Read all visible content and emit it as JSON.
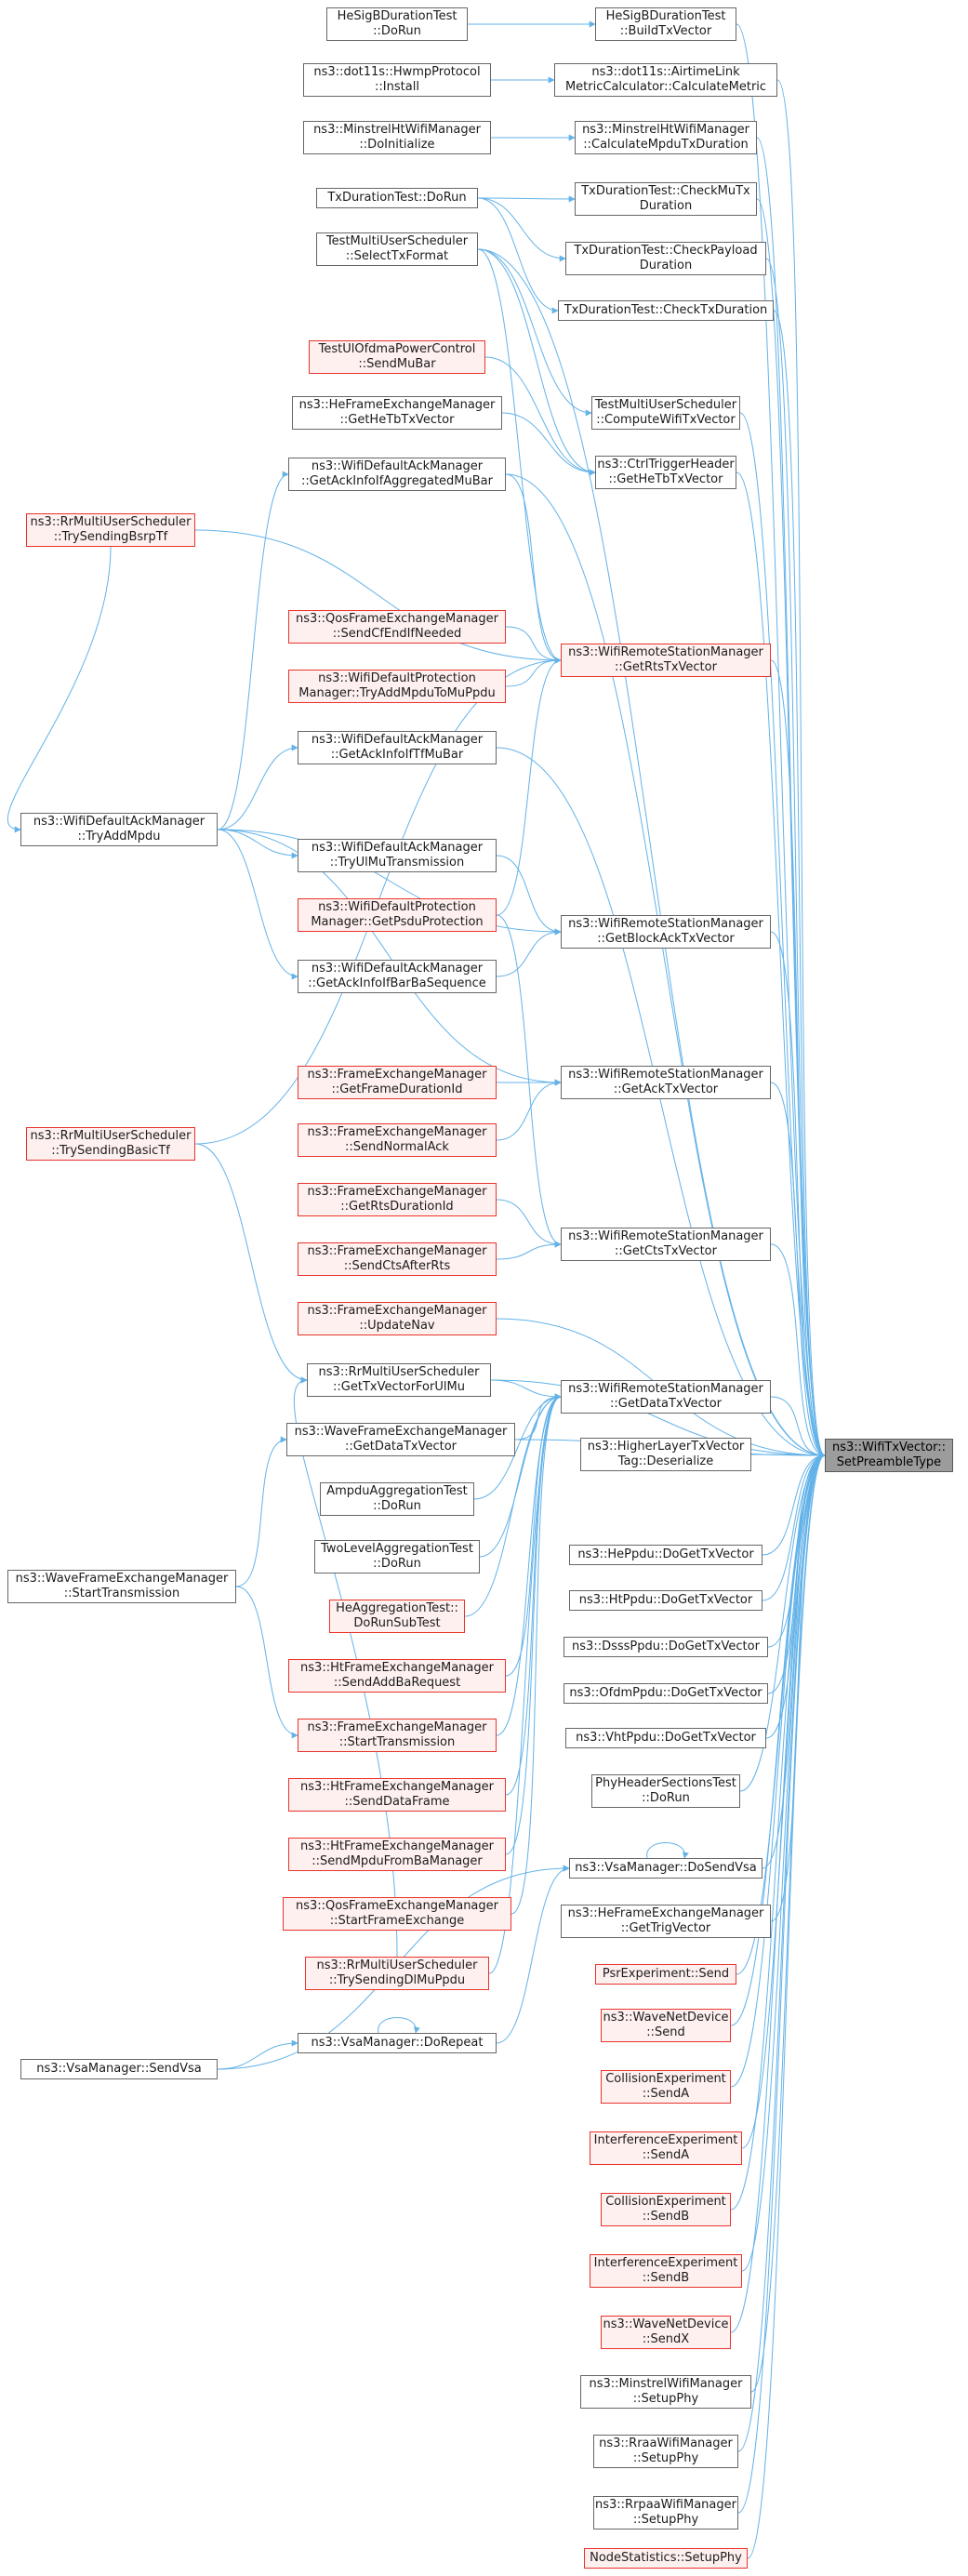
{
  "diagram": {
    "edge_color": "#63b2e8",
    "root": "ns3::WifiTxVector::\nSetPreambleType",
    "nodes": [
      {
        "id": "root",
        "label": "ns3::WifiTxVector::\nSetPreambleType",
        "style": "root"
      },
      {
        "id": "hesigtest",
        "label": "HeSigBDurationTest\n::DoRun",
        "style": "normal"
      },
      {
        "id": "hesigbuild",
        "label": "HeSigBDurationTest\n::BuildTxVector",
        "style": "normal"
      },
      {
        "id": "hwmp",
        "label": "ns3::dot11s::HwmpProtocol\n::Install",
        "style": "normal"
      },
      {
        "id": "airtime",
        "label": "ns3::dot11s::AirtimeLink\nMetricCalculator::CalculateMetric",
        "style": "normal"
      },
      {
        "id": "minsinit",
        "label": "ns3::MinstrelHtWifiManager\n::DoInitialize",
        "style": "normal"
      },
      {
        "id": "minscalc",
        "label": "ns3::MinstrelHtWifiManager\n::CalculateMpduTxDuration",
        "style": "normal"
      },
      {
        "id": "txdurrun",
        "label": "TxDurationTest::DoRun",
        "style": "normal"
      },
      {
        "id": "checkmutx",
        "label": "TxDurationTest::CheckMuTx\nDuration",
        "style": "normal"
      },
      {
        "id": "tmuselect",
        "label": "TestMultiUserScheduler\n::SelectTxFormat",
        "style": "normal"
      },
      {
        "id": "checkpayload",
        "label": "TxDurationTest::CheckPayload\nDuration",
        "style": "normal"
      },
      {
        "id": "checktxdur",
        "label": "TxDurationTest::CheckTxDuration",
        "style": "normal"
      },
      {
        "id": "tulofdma",
        "label": "TestUlOfdmaPowerControl\n::SendMuBar",
        "style": "red"
      },
      {
        "id": "tmucompute",
        "label": "TestMultiUserScheduler\n::ComputeWifiTxVector",
        "style": "normal"
      },
      {
        "id": "hefegethetb",
        "label": "ns3::HeFrameExchangeManager\n::GetHeTbTxVector",
        "style": "normal"
      },
      {
        "id": "ctrltrig",
        "label": "ns3::CtrlTriggerHeader\n::GetHeTbTxVector",
        "style": "normal"
      },
      {
        "id": "wdamaggr",
        "label": "ns3::WifiDefaultAckManager\n::GetAckInfoIfAggregatedMuBar",
        "style": "normal"
      },
      {
        "id": "rrbsrp",
        "label": "ns3::RrMultiUserScheduler\n::TrySendingBsrpTf",
        "style": "red"
      },
      {
        "id": "qoscfend",
        "label": "ns3::QosFrameExchangeManager\n::SendCfEndIfNeeded",
        "style": "red"
      },
      {
        "id": "getrts",
        "label": "ns3::WifiRemoteStationManager\n::GetRtsTxVector",
        "style": "red"
      },
      {
        "id": "wdptryadd",
        "label": "ns3::WifiDefaultProtection\nManager::TryAddMpduToMuPpdu",
        "style": "red"
      },
      {
        "id": "wdamtfmubar",
        "label": "ns3::WifiDefaultAckManager\n::GetAckInfoIfTfMuBar",
        "style": "normal"
      },
      {
        "id": "wdamtryadd",
        "label": "ns3::WifiDefaultAckManager\n::TryAddMpdu",
        "style": "normal"
      },
      {
        "id": "wdamtryul",
        "label": "ns3::WifiDefaultAckManager\n::TryUlMuTransmission",
        "style": "normal"
      },
      {
        "id": "wdppsdu",
        "label": "ns3::WifiDefaultProtection\nManager::GetPsduProtection",
        "style": "red"
      },
      {
        "id": "getblockack",
        "label": "ns3::WifiRemoteStationManager\n::GetBlockAckTxVector",
        "style": "normal"
      },
      {
        "id": "wdambarba",
        "label": "ns3::WifiDefaultAckManager\n::GetAckInfoIfBarBaSequence",
        "style": "normal"
      },
      {
        "id": "fegetframedur",
        "label": "ns3::FrameExchangeManager\n::GetFrameDurationId",
        "style": "red"
      },
      {
        "id": "getack",
        "label": "ns3::WifiRemoteStationManager\n::GetAckTxVector",
        "style": "normal"
      },
      {
        "id": "fesendnormal",
        "label": "ns3::FrameExchangeManager\n::SendNormalAck",
        "style": "red"
      },
      {
        "id": "rrbasic",
        "label": "ns3::RrMultiUserScheduler\n::TrySendingBasicTf",
        "style": "red"
      },
      {
        "id": "fegetrtsdur",
        "label": "ns3::FrameExchangeManager\n::GetRtsDurationId",
        "style": "red"
      },
      {
        "id": "getcts",
        "label": "ns3::WifiRemoteStationManager\n::GetCtsTxVector",
        "style": "normal"
      },
      {
        "id": "fesendcts",
        "label": "ns3::FrameExchangeManager\n::SendCtsAfterRts",
        "style": "red"
      },
      {
        "id": "feupdatenav",
        "label": "ns3::FrameExchangeManager\n::UpdateNav",
        "style": "red"
      },
      {
        "id": "rrgetulmu",
        "label": "ns3::RrMultiUserScheduler\n::GetTxVectorForUlMu",
        "style": "normal"
      },
      {
        "id": "getdata",
        "label": "ns3::WifiRemoteStationManager\n::GetDataTxVector",
        "style": "normal"
      },
      {
        "id": "wavegetdata",
        "label": "ns3::WaveFrameExchangeManager\n::GetDataTxVector",
        "style": "normal"
      },
      {
        "id": "ampdu",
        "label": "AmpduAggregationTest\n::DoRun",
        "style": "normal"
      },
      {
        "id": "hltxdeser",
        "label": "ns3::HigherLayerTxVector\nTag::Deserialize",
        "style": "normal"
      },
      {
        "id": "twolevel",
        "label": "TwoLevelAggregationTest\n::DoRun",
        "style": "normal"
      },
      {
        "id": "heppdu",
        "label": "ns3::HePpdu::DoGetTxVector",
        "style": "normal"
      },
      {
        "id": "wavestart",
        "label": "ns3::WaveFrameExchangeManager\n::StartTransmission",
        "style": "normal"
      },
      {
        "id": "heaggr",
        "label": "HeAggregationTest::\nDoRunSubTest",
        "style": "red"
      },
      {
        "id": "htppdu",
        "label": "ns3::HtPpdu::DoGetTxVector",
        "style": "normal"
      },
      {
        "id": "dsssppdu",
        "label": "ns3::DsssPpdu::DoGetTxVector",
        "style": "normal"
      },
      {
        "id": "htfeaddba",
        "label": "ns3::HtFrameExchangeManager\n::SendAddBaRequest",
        "style": "red"
      },
      {
        "id": "ofdmppdu",
        "label": "ns3::OfdmPpdu::DoGetTxVector",
        "style": "normal"
      },
      {
        "id": "festart",
        "label": "ns3::FrameExchangeManager\n::StartTransmission",
        "style": "red"
      },
      {
        "id": "vhtppdu",
        "label": "ns3::VhtPpdu::DoGetTxVector",
        "style": "normal"
      },
      {
        "id": "htfedata",
        "label": "ns3::HtFrameExchangeManager\n::SendDataFrame",
        "style": "red"
      },
      {
        "id": "phyhdr",
        "label": "PhyHeaderSectionsTest\n::DoRun",
        "style": "normal"
      },
      {
        "id": "htfempdu",
        "label": "ns3::HtFrameExchangeManager\n::SendMpduFromBaManager",
        "style": "red"
      },
      {
        "id": "vsasend",
        "label": "ns3::VsaManager::DoSendVsa",
        "style": "normal"
      },
      {
        "id": "qosstart",
        "label": "ns3::QosFrameExchangeManager\n::StartFrameExchange",
        "style": "red"
      },
      {
        "id": "hefetrig",
        "label": "ns3::HeFrameExchangeManager\n::GetTrigVector",
        "style": "normal"
      },
      {
        "id": "rrdlmu",
        "label": "ns3::RrMultiUserScheduler\n::TrySendingDlMuPpdu",
        "style": "red"
      },
      {
        "id": "psrsend",
        "label": "PsrExperiment::Send",
        "style": "red"
      },
      {
        "id": "vsarepeat",
        "label": "ns3::VsaManager::DoRepeat",
        "style": "normal"
      },
      {
        "id": "vsasendvsa",
        "label": "ns3::VsaManager::SendVsa",
        "style": "normal"
      },
      {
        "id": "wavenetsend",
        "label": "ns3::WaveNetDevice\n::Send",
        "style": "red"
      },
      {
        "id": "collA",
        "label": "CollisionExperiment\n::SendA",
        "style": "red"
      },
      {
        "id": "intA",
        "label": "InterferenceExperiment\n::SendA",
        "style": "red"
      },
      {
        "id": "collB",
        "label": "CollisionExperiment\n::SendB",
        "style": "red"
      },
      {
        "id": "intB",
        "label": "InterferenceExperiment\n::SendB",
        "style": "red"
      },
      {
        "id": "wavenetsendx",
        "label": "ns3::WaveNetDevice\n::SendX",
        "style": "red"
      },
      {
        "id": "minssetup",
        "label": "ns3::MinstrelWifiManager\n::SetupPhy",
        "style": "normal"
      },
      {
        "id": "rraasetup",
        "label": "ns3::RraaWifiManager\n::SetupPhy",
        "style": "normal"
      },
      {
        "id": "rrpaasetup",
        "label": "ns3::RrpaaWifiManager\n::SetupPhy",
        "style": "normal"
      },
      {
        "id": "nodestats",
        "label": "NodeStatistics::SetupPhy",
        "style": "red"
      }
    ],
    "edges": [
      [
        "hesigtest",
        "hesigbuild"
      ],
      [
        "hwmp",
        "airtime"
      ],
      [
        "minsinit",
        "minscalc"
      ],
      [
        "txdurrun",
        "checkmutx"
      ],
      [
        "txdurrun",
        "checkpayload"
      ],
      [
        "txdurrun",
        "checktxdur"
      ],
      [
        "tmuselect",
        "tmucompute"
      ],
      [
        "tmuselect",
        "ctrltrig"
      ],
      [
        "tmuselect",
        "getrts"
      ],
      [
        "tulofdma",
        "ctrltrig"
      ],
      [
        "hefegethetb",
        "ctrltrig"
      ],
      [
        "rrbsrp",
        "getrts"
      ],
      [
        "qoscfend",
        "getrts"
      ],
      [
        "wdptryadd",
        "getrts"
      ],
      [
        "wdppsdu",
        "getrts"
      ],
      [
        "wdamtryadd",
        "wdamaggr"
      ],
      [
        "wdamtryadd",
        "wdamtfmubar"
      ],
      [
        "wdamtryadd",
        "wdamtryul"
      ],
      [
        "wdamtryadd",
        "wdambarba"
      ],
      [
        "wdamtryadd",
        "getblockack"
      ],
      [
        "wdamtryadd",
        "getack"
      ],
      [
        "wdamtryul",
        "getblockack"
      ],
      [
        "wdambarba",
        "getblockack"
      ],
      [
        "rrbsrp",
        "wdamtryadd"
      ],
      [
        "fegetframedur",
        "getack"
      ],
      [
        "fesendnormal",
        "getack"
      ],
      [
        "fegetrtsdur",
        "getcts"
      ],
      [
        "fesendcts",
        "getcts"
      ],
      [
        "wdppsdu",
        "getcts"
      ],
      [
        "rrbasic",
        "rrgetulmu"
      ],
      [
        "rrgetulmu",
        "getdata"
      ],
      [
        "wavegetdata",
        "getdata"
      ],
      [
        "ampdu",
        "getdata"
      ],
      [
        "twolevel",
        "getdata"
      ],
      [
        "heaggr",
        "getdata"
      ],
      [
        "htfeaddba",
        "getdata"
      ],
      [
        "festart",
        "getdata"
      ],
      [
        "htfedata",
        "getdata"
      ],
      [
        "htfempdu",
        "getdata"
      ],
      [
        "qosstart",
        "getdata"
      ],
      [
        "rrdlmu",
        "getdata"
      ],
      [
        "wavestart",
        "wavegetdata"
      ],
      [
        "wavestart",
        "festart"
      ],
      [
        "vsarepeat",
        "vsasend"
      ],
      [
        "vsarepeat",
        "vsarepeat"
      ],
      [
        "vsasendvsa",
        "vsarepeat"
      ],
      [
        "vsasendvsa",
        "vsasend"
      ],
      [
        "vsasend",
        "vsasend"
      ],
      [
        "rrdlmu",
        "rrgetulmu"
      ],
      [
        "rrbasic",
        "getrts"
      ],
      [
        "wdamaggr",
        "getrts"
      ],
      [
        "hesigbuild",
        "root"
      ],
      [
        "airtime",
        "root"
      ],
      [
        "minscalc",
        "root"
      ],
      [
        "checkmutx",
        "root"
      ],
      [
        "checkpayload",
        "root"
      ],
      [
        "checktxdur",
        "root"
      ],
      [
        "tmuselect",
        "root"
      ],
      [
        "tmucompute",
        "root"
      ],
      [
        "ctrltrig",
        "root"
      ],
      [
        "wdamaggr",
        "root"
      ],
      [
        "getrts",
        "root"
      ],
      [
        "wdamtfmubar",
        "root"
      ],
      [
        "getblockack",
        "root"
      ],
      [
        "getack",
        "root"
      ],
      [
        "getcts",
        "root"
      ],
      [
        "rrgetulmu",
        "root"
      ],
      [
        "getdata",
        "root"
      ],
      [
        "wavegetdata",
        "root"
      ],
      [
        "hltxdeser",
        "root"
      ],
      [
        "heppdu",
        "root"
      ],
      [
        "htppdu",
        "root"
      ],
      [
        "dsssppdu",
        "root"
      ],
      [
        "ofdmppdu",
        "root"
      ],
      [
        "vhtppdu",
        "root"
      ],
      [
        "phyhdr",
        "root"
      ],
      [
        "vsasend",
        "root"
      ],
      [
        "hefetrig",
        "root"
      ],
      [
        "psrsend",
        "root"
      ],
      [
        "wavenetsend",
        "root"
      ],
      [
        "collA",
        "root"
      ],
      [
        "intA",
        "root"
      ],
      [
        "collB",
        "root"
      ],
      [
        "intB",
        "root"
      ],
      [
        "wavenetsendx",
        "root"
      ],
      [
        "minssetup",
        "root"
      ],
      [
        "rraasetup",
        "root"
      ],
      [
        "rrpaasetup",
        "root"
      ],
      [
        "nodestats",
        "root"
      ],
      [
        "feupdatenav",
        "root"
      ]
    ]
  }
}
